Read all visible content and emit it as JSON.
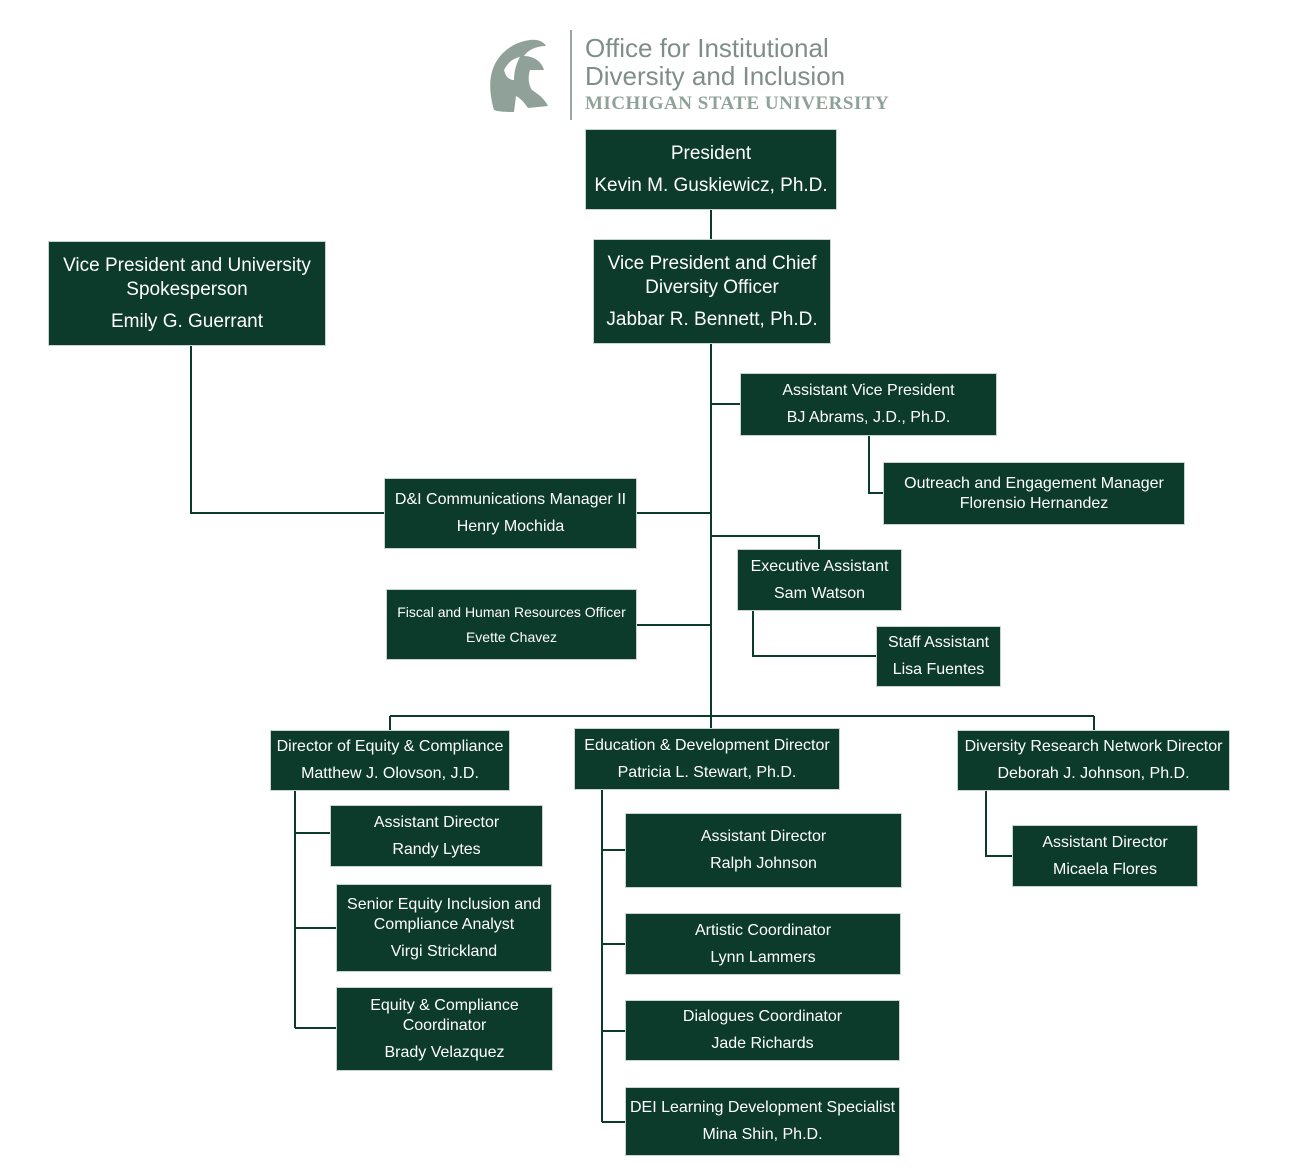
{
  "header": {
    "logo_icon": "spartan-helmet-icon",
    "line1": "Office for Institutional",
    "line2": "Diversity and Inclusion",
    "line3": "MICHIGAN STATE UNIVERSITY"
  },
  "colors": {
    "box": "#0c3a2b",
    "text": "#ffffff",
    "line": "#0c3a2b",
    "logo": "#8fa199"
  },
  "nodes": {
    "president": {
      "title": "President",
      "name": "Kevin M. Guskiewicz, Ph.D."
    },
    "vp_spokesperson": {
      "title": "Vice President and University Spokesperson",
      "name": "Emily G. Guerrant"
    },
    "vp_cdo": {
      "title": "Vice President and Chief Diversity Officer",
      "name": "Jabbar R. Bennett, Ph.D."
    },
    "avp": {
      "title": "Assistant Vice President",
      "name": "BJ Abrams, J.D., Ph.D."
    },
    "outreach": {
      "title": "Outreach and Engagement Manager",
      "name": "Florensio Hernandez"
    },
    "comms": {
      "title": "D&I Communications Manager II",
      "name": "Henry Mochida"
    },
    "exec_asst": {
      "title": "Executive Assistant",
      "name": "Sam Watson"
    },
    "fiscal": {
      "title": "Fiscal and Human Resources Officer",
      "name": "Evette Chavez"
    },
    "staff_asst": {
      "title": "Staff Assistant",
      "name": "Lisa Fuentes"
    },
    "dir_equity": {
      "title": "Director of Equity & Compliance",
      "name": "Matthew J. Olovson, J.D."
    },
    "dir_edu": {
      "title": "Education & Development Director",
      "name": "Patricia L. Stewart, Ph.D."
    },
    "dir_research": {
      "title": "Diversity Research Network Director",
      "name": "Deborah J. Johnson, Ph.D."
    },
    "eq_asst_dir": {
      "title": "Assistant Director",
      "name": "Randy Lytes"
    },
    "eq_analyst": {
      "title": "Senior Equity Inclusion and Compliance Analyst",
      "name": "Virgi Strickland"
    },
    "eq_coord": {
      "title": "Equity & Compliance Coordinator",
      "name": "Brady Velazquez"
    },
    "edu_asst_dir": {
      "title": "Assistant Director",
      "name": "Ralph Johnson"
    },
    "edu_artistic": {
      "title": "Artistic Coordinator",
      "name": "Lynn Lammers"
    },
    "edu_dialogues": {
      "title": "Dialogues Coordinator",
      "name": "Jade Richards"
    },
    "edu_dei": {
      "title": "DEI Learning Development Specialist",
      "name": "Mina Shin, Ph.D."
    },
    "res_asst_dir": {
      "title": "Assistant Director",
      "name": "Micaela Flores"
    }
  }
}
